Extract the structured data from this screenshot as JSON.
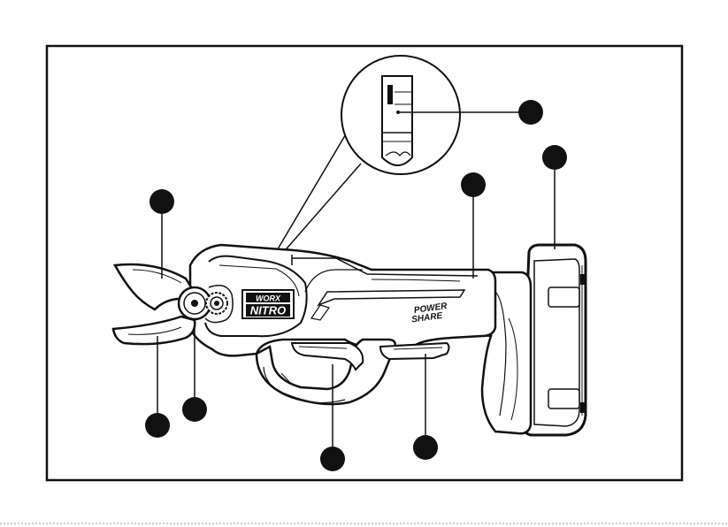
{
  "logo": {
    "brand": "WORX",
    "model": "NITRO"
  },
  "badge": {
    "line1": "POWER",
    "line2": "SHARE"
  },
  "callouts": [
    {
      "id": "blade-upper",
      "label": ""
    },
    {
      "id": "blade-lower",
      "label": ""
    },
    {
      "id": "gear",
      "label": ""
    },
    {
      "id": "trigger",
      "label": ""
    },
    {
      "id": "handle-grip",
      "label": ""
    },
    {
      "id": "body-housing",
      "label": ""
    },
    {
      "id": "battery",
      "label": ""
    },
    {
      "id": "detail-mark",
      "label": ""
    }
  ]
}
